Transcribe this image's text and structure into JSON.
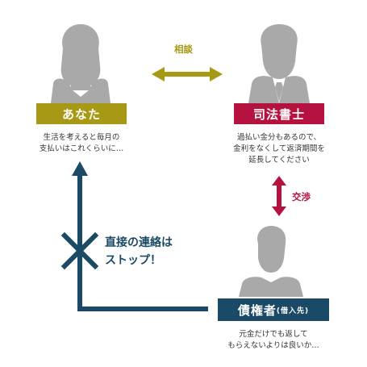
{
  "colors": {
    "you": "#a89915",
    "scrivener": "#b5123f",
    "creditor": "#1a4a66",
    "silhouette": "#a9a9a9"
  },
  "you": {
    "label": "あなた",
    "caption_line1": "生活を考えると毎月の",
    "caption_line2": "支払いはこれくらいに…"
  },
  "scrivener": {
    "label": "司法書士",
    "caption_line1": "過払い金分もあるので、",
    "caption_line2": "金利をなくして返済期間を",
    "caption_line3": "延長してください"
  },
  "creditor": {
    "label": "債権者",
    "label_small": "(借入先)",
    "caption_line1": "元金だけでも返して",
    "caption_line2": "もらえないよりは良いか…"
  },
  "edges": {
    "consult": "相談",
    "negotiate": "交渉",
    "stop_line1": "直接の連絡は",
    "stop_line2": "ストップ！"
  }
}
